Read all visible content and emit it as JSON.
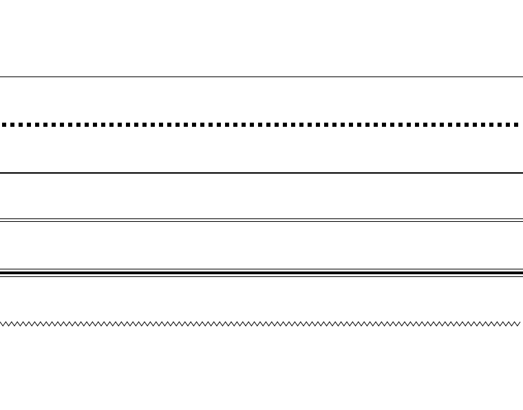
{
  "document": {
    "background": "#ffffff",
    "rule_color": "#000000",
    "rules": [
      {
        "style": "thin-solid"
      },
      {
        "style": "dotted"
      },
      {
        "style": "medium-solid"
      },
      {
        "style": "double"
      },
      {
        "style": "thick-thin-triple"
      },
      {
        "style": "wavy"
      }
    ]
  }
}
